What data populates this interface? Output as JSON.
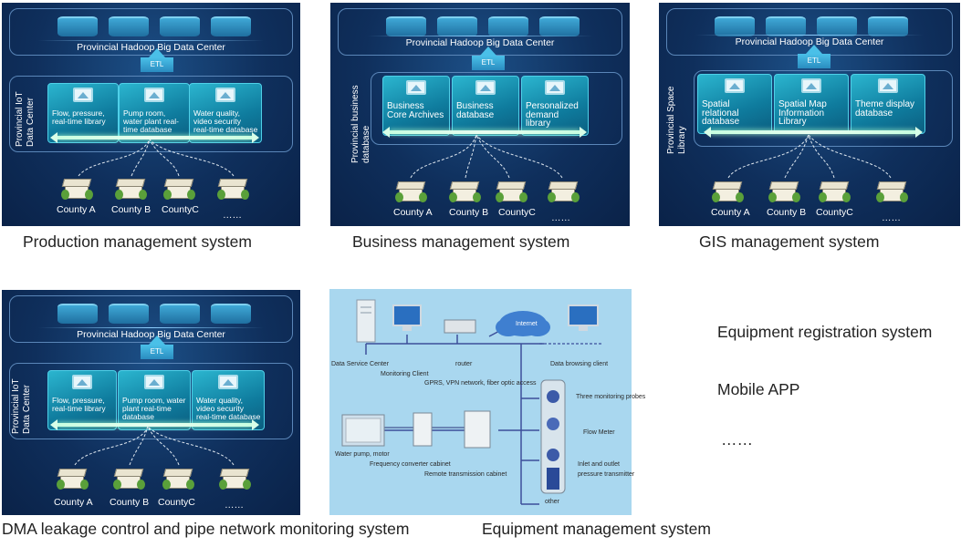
{
  "panels": [
    {
      "id": "production",
      "hadoop": "Provincial Hadoop Big Data Center",
      "etl": "ETL",
      "side_label": "Provincial IoT Data Center",
      "cards": [
        "Flow, pressure, real-time library",
        "Pump room, water plant real-time database",
        "Water quality, video security real-time database"
      ],
      "counties": [
        "County A",
        "County B",
        "CountyC",
        "……"
      ],
      "caption": "Production management system"
    },
    {
      "id": "business",
      "hadoop": "Provincial Hadoop Big Data Center",
      "etl": "ETL",
      "side_label": "Provincial business database",
      "cards": [
        "Business Core Archives",
        "Business database",
        "Personalized demand library"
      ],
      "counties": [
        "County A",
        "County B",
        "CountyC",
        "……"
      ],
      "caption": "Business management system"
    },
    {
      "id": "gis",
      "hadoop": "Provincial Hadoop Big Data Center",
      "etl": "ETL",
      "side_label": "Provincial Space Library",
      "cards": [
        "Spatial relational database",
        "Spatial Map Information Library",
        "Theme display database"
      ],
      "counties": [
        "County A",
        "County B",
        "CountyC",
        "……"
      ],
      "caption": "GIS management system"
    },
    {
      "id": "dma",
      "hadoop": "Provincial Hadoop Big Data Center",
      "etl": "ETL",
      "side_label": "Provincial IoT Data Center",
      "cards": [
        "Flow, pressure, real-time library",
        "Pump room, water plant real-time database",
        "Water quality, video security real-time database"
      ],
      "counties": [
        "County A",
        "County B",
        "CountyC",
        "……"
      ],
      "caption": "DMA leakage control and pipe network monitoring system"
    }
  ],
  "equipment": {
    "caption": "Equipment management system",
    "internet": "Internet",
    "labels": {
      "data_service_center": "Data Service Center",
      "monitoring_client": "Monitoring Client",
      "router": "router",
      "data_browsing_client": "Data browsing client",
      "gprs": "GPRS, VPN network, fiber optic access",
      "three_probes": "Three monitoring probes",
      "flow_meter": "Flow Meter",
      "water_pump": "Water pump, motor",
      "freq_cabinet": "Frequency converter cabinet",
      "remote_cabinet": "Remote transmission cabinet",
      "inlet_outlet_1": "Inlet and outlet",
      "inlet_outlet_2": "pressure transmitter",
      "other": "other"
    }
  },
  "side_list": [
    "Equipment registration system",
    "Mobile APP",
    "……"
  ],
  "colors": {
    "panel_bg": "#0f2f5c",
    "card": "#1a9cbf",
    "equipment_bg": "#a9d7ef"
  }
}
